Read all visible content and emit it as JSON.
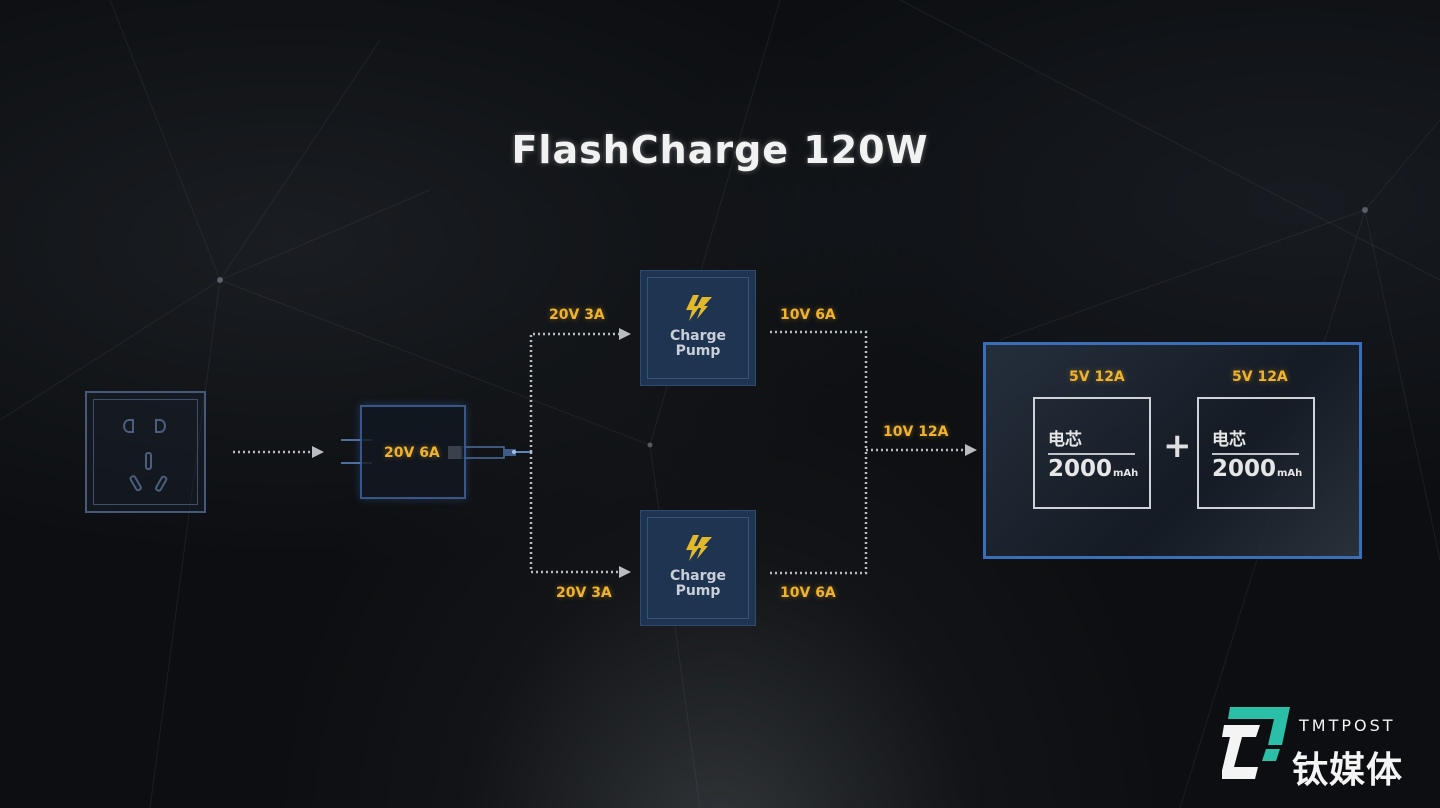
{
  "slide": {
    "title": "FlashCharge 120W"
  },
  "diagram": {
    "socket": {
      "icon": "power-socket-icon"
    },
    "adapter": {
      "label": "20V 6A",
      "icon": "charger-adapter-icon"
    },
    "charge_pumps": [
      {
        "name": "Charge Pump",
        "line1": "Charge",
        "line2": "Pump",
        "input": "20V 3A",
        "output": "10V 6A",
        "icon": "lightning-bolt-icon"
      },
      {
        "name": "Charge Pump",
        "line1": "Charge",
        "line2": "Pump",
        "input": "20V 3A",
        "output": "10V 6A",
        "icon": "lightning-bolt-icon"
      }
    ],
    "combined_output": "10V 12A",
    "battery": {
      "cells": [
        {
          "voltage": "5V 12A",
          "name": "电芯",
          "capacity": "2000",
          "unit": "mAh"
        },
        {
          "voltage": "5V 12A",
          "name": "电芯",
          "capacity": "2000",
          "unit": "mAh"
        }
      ],
      "operator": "+"
    },
    "colors": {
      "label_accent": "#f2b32c",
      "panel_border": "#3a6fb8",
      "pump_fill": "#1f3450",
      "logo_teal": "#2bbfa8"
    }
  },
  "watermark": {
    "brand_en": "TMTPOST",
    "brand_cn": "钛媒体"
  }
}
